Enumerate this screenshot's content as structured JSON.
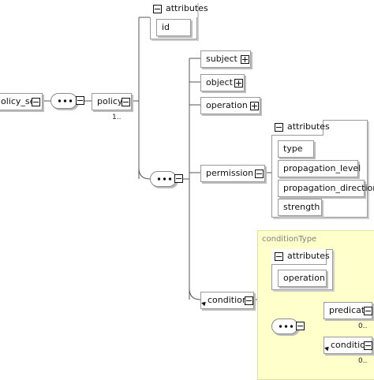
{
  "nodes": {
    "policy_set": "olicy_set",
    "policy": "policy",
    "policy_card": "1..",
    "subject": "subject",
    "object": "object",
    "operation": "operation",
    "permission": "permission",
    "condition": "condition",
    "predicate": "predicate",
    "predicate_card": "0..",
    "inner_condition": "condition",
    "inner_condition_card": "0.."
  },
  "groups": {
    "top_attributes": {
      "title": "attributes",
      "items": [
        "id"
      ]
    },
    "permission_attributes": {
      "title": "attributes",
      "items": [
        "type",
        "propagation_level",
        "propagation_direction",
        "strength"
      ]
    },
    "condition_attributes": {
      "title": "attributes",
      "items": [
        "operation"
      ]
    }
  },
  "condition_type": {
    "label": "conditionType",
    "background": "#ffffcc"
  },
  "colors": {
    "line": "#555555",
    "border": "#9a9a9a",
    "shadow": "#bdbdbd"
  }
}
